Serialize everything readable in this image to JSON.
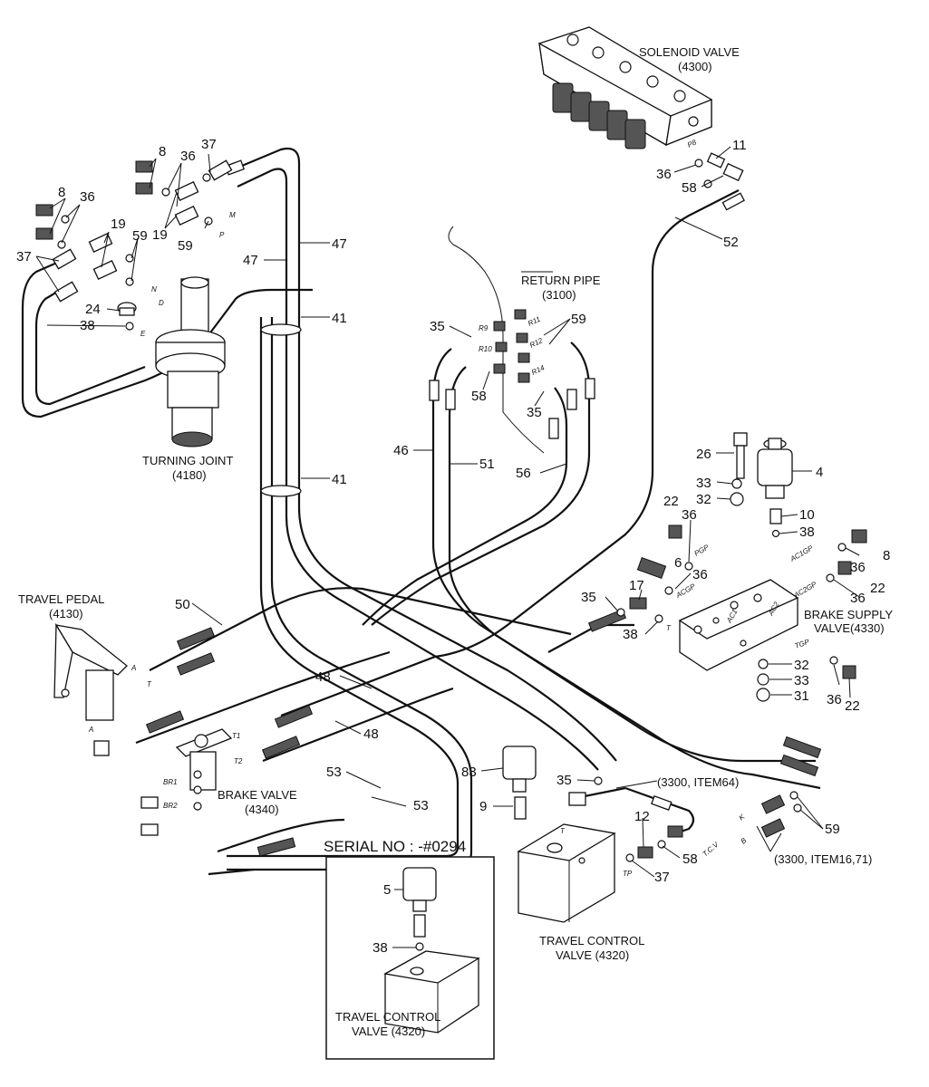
{
  "components": {
    "solenoid_valve": {
      "name": "SOLENOID VALVE",
      "code": "(4300)"
    },
    "return_pipe": {
      "name": "RETURN PIPE",
      "code": "(3100)"
    },
    "turning_joint": {
      "name": "TURNING JOINT",
      "code": "(4180)"
    },
    "travel_pedal": {
      "name": "TRAVEL PEDAL",
      "code": "(4130)"
    },
    "brake_supply_valve": {
      "name": "BRAKE SUPPLY",
      "name2": "VALVE(4330)"
    },
    "brake_valve": {
      "name": "BRAKE VALVE",
      "code": "(4340)"
    },
    "travel_control_valve": {
      "name": "TRAVEL CONTROL",
      "code": "VALVE (4320)"
    },
    "inset_travel_control_valve": {
      "name": "TRAVEL CONTROL",
      "code": "VALVE (4320)"
    }
  },
  "inset": {
    "serial": "SERIAL NO : -#0294"
  },
  "references": {
    "item64": "(3300, ITEM64)",
    "item16_71": "(3300, ITEM16,71)"
  },
  "port_labels": {
    "p8": "P8",
    "r9": "R9",
    "r10": "R10",
    "r11": "R11",
    "r12": "R12",
    "r14": "R14",
    "pgp": "PGP",
    "acgp": "ACGP",
    "ac1gp": "AC1GP",
    "ac2gp": "AC2GP",
    "tgp": "TGP",
    "ac1": "AC1",
    "ac2": "AC2",
    "t": "T",
    "tp": "TP",
    "tcv": "T.C.V",
    "k": "K",
    "b": "B",
    "a": "A",
    "t1": "T1",
    "t2": "T2",
    "br1": "BR1",
    "br2": "BR2",
    "m": "M",
    "e": "E",
    "p": "P",
    "d": "D",
    "n": "N"
  },
  "callouts": [
    {
      "id": "c-11",
      "text": "11"
    },
    {
      "id": "c-36a",
      "text": "36"
    },
    {
      "id": "c-58a",
      "text": "58"
    },
    {
      "id": "c-52",
      "text": "52"
    },
    {
      "id": "c-59a",
      "text": "59"
    },
    {
      "id": "c-35a",
      "text": "35"
    },
    {
      "id": "c-58b",
      "text": "58"
    },
    {
      "id": "c-35b",
      "text": "35"
    },
    {
      "id": "c-46",
      "text": "46"
    },
    {
      "id": "c-51",
      "text": "51"
    },
    {
      "id": "c-56",
      "text": "56"
    },
    {
      "id": "c-47a",
      "text": "47"
    },
    {
      "id": "c-47b",
      "text": "47"
    },
    {
      "id": "c-41a",
      "text": "41"
    },
    {
      "id": "c-41b",
      "text": "41"
    },
    {
      "id": "c-8a",
      "text": "8"
    },
    {
      "id": "c-36b",
      "text": "36"
    },
    {
      "id": "c-37a",
      "text": "37"
    },
    {
      "id": "c-8b",
      "text": "8"
    },
    {
      "id": "c-36c",
      "text": "36"
    },
    {
      "id": "c-19a",
      "text": "19"
    },
    {
      "id": "c-59b",
      "text": "59"
    },
    {
      "id": "c-19b",
      "text": "19"
    },
    {
      "id": "c-59c",
      "text": "59"
    },
    {
      "id": "c-37b",
      "text": "37"
    },
    {
      "id": "c-24",
      "text": "24"
    },
    {
      "id": "c-38a",
      "text": "38"
    },
    {
      "id": "c-26",
      "text": "26"
    },
    {
      "id": "c-4",
      "text": "4"
    },
    {
      "id": "c-33a",
      "text": "33"
    },
    {
      "id": "c-32a",
      "text": "32"
    },
    {
      "id": "c-22a",
      "text": "22"
    },
    {
      "id": "c-36d",
      "text": "36"
    },
    {
      "id": "c-10",
      "text": "10"
    },
    {
      "id": "c-38b",
      "text": "38"
    },
    {
      "id": "c-8c",
      "text": "8"
    },
    {
      "id": "c-36e",
      "text": "36"
    },
    {
      "id": "c-22b",
      "text": "22"
    },
    {
      "id": "c-36f",
      "text": "36"
    },
    {
      "id": "c-6",
      "text": "6"
    },
    {
      "id": "c-36g",
      "text": "36"
    },
    {
      "id": "c-17",
      "text": "17"
    },
    {
      "id": "c-35c",
      "text": "35"
    },
    {
      "id": "c-38c",
      "text": "38"
    },
    {
      "id": "c-32b",
      "text": "32"
    },
    {
      "id": "c-33b",
      "text": "33"
    },
    {
      "id": "c-31",
      "text": "31"
    },
    {
      "id": "c-36h",
      "text": "36"
    },
    {
      "id": "c-22c",
      "text": "22"
    },
    {
      "id": "c-50",
      "text": "50"
    },
    {
      "id": "c-48a",
      "text": "48"
    },
    {
      "id": "c-48b",
      "text": "48"
    },
    {
      "id": "c-53a",
      "text": "53"
    },
    {
      "id": "c-53b",
      "text": "53"
    },
    {
      "id": "c-83",
      "text": "83"
    },
    {
      "id": "c-9",
      "text": "9"
    },
    {
      "id": "c-35d",
      "text": "35"
    },
    {
      "id": "c-12",
      "text": "12"
    },
    {
      "id": "c-58c",
      "text": "58"
    },
    {
      "id": "c-37c",
      "text": "37"
    },
    {
      "id": "c-59d",
      "text": "59"
    },
    {
      "id": "c-5",
      "text": "5"
    },
    {
      "id": "c-38d",
      "text": "38"
    }
  ]
}
